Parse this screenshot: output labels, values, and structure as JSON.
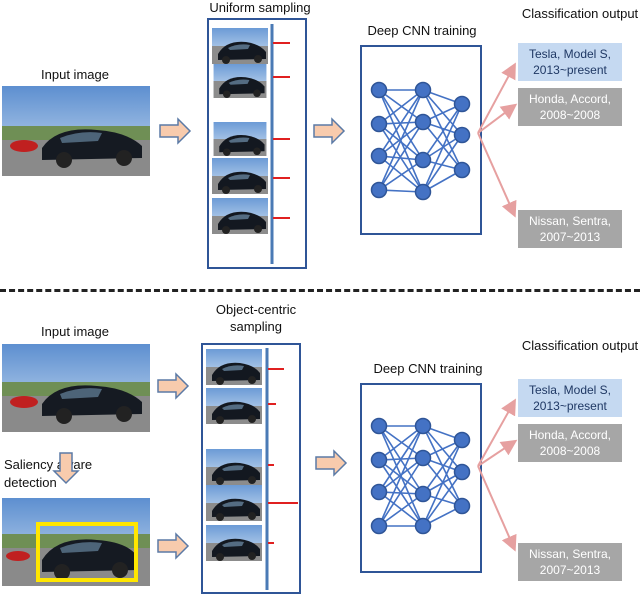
{
  "top": {
    "input_label": "Input image",
    "sampling_label": "Uniform sampling",
    "cnn_label": "Deep CNN training",
    "output_title": "Classification output",
    "outputs": [
      "Tesla, Model S, 2013~present",
      "Honda, Accord, 2008~2008",
      "Nissan, Sentra, 2007~2013"
    ]
  },
  "bottom": {
    "input_label": "Input image",
    "sampling_label": "Object-centric sampling",
    "saliency_label": "Saliency aware detection",
    "cnn_label": "Deep CNN training",
    "output_title": "Classification output",
    "outputs": [
      "Tesla, Model S, 2013~present",
      "Honda, Accord, 2008~2008",
      "Nissan, Sentra, 2007~2013"
    ]
  },
  "colors": {
    "box_border": "#2f5597",
    "node": "#4472c4",
    "node_edge": "#2f5597",
    "arrow_fill": "#f8cbad",
    "arrow_edge": "#5b7aa6",
    "tick": "#e02020",
    "highlight_box": "#ffe600",
    "out_top_fill": "#c5d9f1",
    "out_gray_fill": "#a6a6a6",
    "fan_arrow": "#e6a0a0"
  }
}
